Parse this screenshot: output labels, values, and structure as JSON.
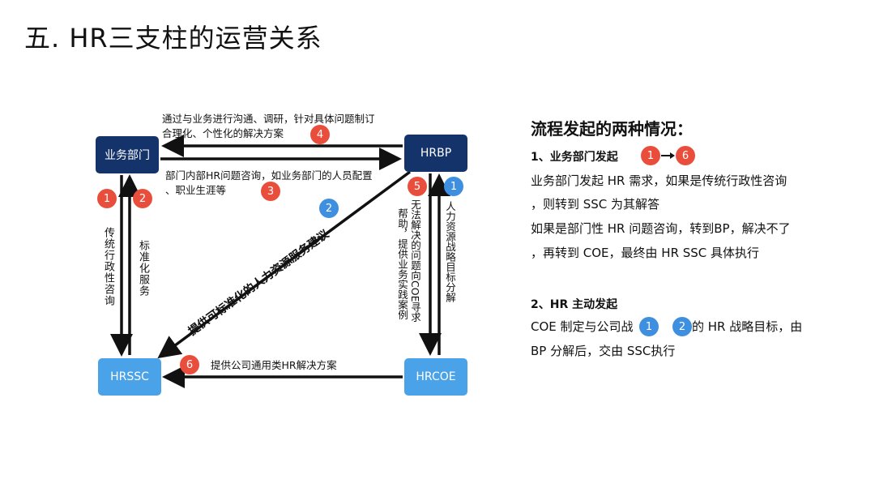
{
  "title": "五. HR三支柱的运营关系",
  "diagram": {
    "boxes": {
      "business": "业务部门",
      "hrbp": "HRBP",
      "hrssc": "HRSSC",
      "hrcoe": "HRCOE"
    },
    "labels": {
      "top_line1": "通过与业务进行沟通、调研，针对具体问题制订",
      "top_line2": "合理化、个性化的解决方案",
      "mid_line1": "部门内部HR问题咨询，如业务部门的人员配置",
      "mid_line2": "、职业生涯等",
      "left_a": "传统行政性咨询",
      "left_b": "标准化服务",
      "diagonal": "提供可标准化的人力资源服务建议",
      "right_a": "无法解决的问题向COE寻求帮助，提供业务实践案例",
      "right_a1": "无法解决的问题向COE寻求",
      "right_a2": "帮助，提供业务实践案例",
      "right_b": "人力资源战略目标分解",
      "bottom": "提供公司通用类HR解决方案"
    },
    "badges": {
      "b1": "1",
      "b2": "2",
      "b3": "3",
      "b4": "4",
      "b5": "5",
      "b6": "6",
      "b1b": "1",
      "b2b": "2"
    },
    "colors": {
      "dark_box": "#14336b",
      "light_box": "#4aa3e8",
      "red_badge": "#e94e3d",
      "blue_badge": "#3f8fe0"
    }
  },
  "right_panel": {
    "heading": "流程发起的两种情况：",
    "case1": {
      "title": "1、业务部门发起",
      "from": "1",
      "to": "6",
      "lines": [
        "业务部门发起 HR 需求，如果是传统行政性咨询",
        "，则转到 SSC 为其解答",
        "如果是部门性 HR 问题咨询，转到BP，解决不了",
        "，再转到 COE，最终由 HR SSC 具体执行"
      ]
    },
    "case2": {
      "title": "2、HR 主动发起",
      "line1_pre": "COE 制定与公司战",
      "b1": "1",
      "b2": "2",
      "line1_post": "的 HR 战略目标，由",
      "line2": "BP 分解后，交由 SSC执行"
    }
  }
}
